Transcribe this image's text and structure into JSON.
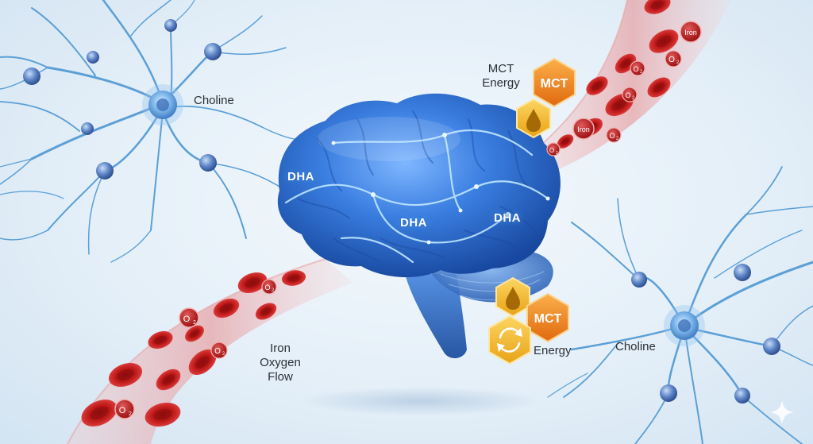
{
  "labels": {
    "choline_left": "Choline",
    "choline_right": "Choline",
    "mct_energy_line1": "MCT",
    "mct_energy_line2": "Energy",
    "iron_flow_line1": "Iron",
    "iron_flow_line2": "Oxygen",
    "iron_flow_line3": "Flow",
    "energy": "Energy"
  },
  "brain_labels": {
    "dha_left": "DHA",
    "dha_center": "DHA",
    "dha_right": "DHA"
  },
  "badges": {
    "mct_top": "MCT",
    "mct_bottom": "MCT"
  },
  "cell_labels": {
    "oxygen": "O",
    "oxygen_sub": "2",
    "iron": "Iron"
  },
  "icons": [
    "neuron-icon",
    "brain-icon",
    "blood-vessel-icon",
    "red-blood-cell-icon",
    "oil-drop-icon",
    "cycle-arrows-icon",
    "sparkle-icon"
  ],
  "colors": {
    "background": "#e4eff8",
    "neuron": "#5b9fd6",
    "brain": "#2f6fce",
    "vessel": "#e07a7a",
    "blood_cell": "#c81e1e",
    "hex_orange": "#f08a1c",
    "hex_gold": "#f2b62a"
  }
}
